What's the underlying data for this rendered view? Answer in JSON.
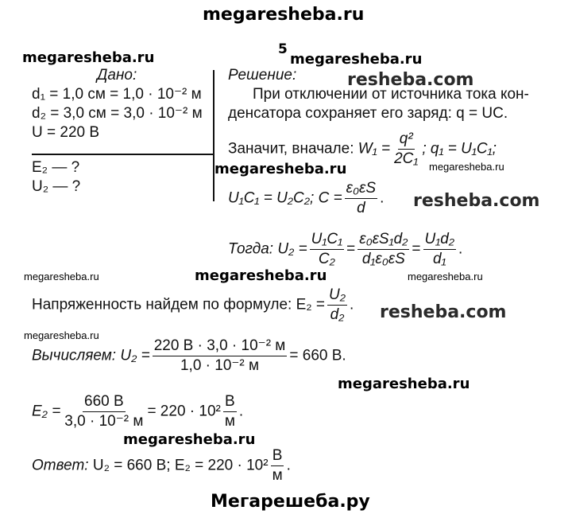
{
  "watermarks": {
    "top": "megaresheba.ru",
    "left_given": "megaresheba.ru",
    "after_number": "megaresheba.ru",
    "mid_bold_1": "megaresheba.ru",
    "small_1": "megaresheba.ru",
    "small_2": "megaresheba.ru",
    "mid_bold_2": "megaresheba.ru",
    "small_3": "megaresheba.ru",
    "small_4": "megaresheba.ru",
    "bottom_right_bold": "megaresheba.ru",
    "bottom_bold": "megaresheba.ru",
    "resheba_1": "resheba.com",
    "resheba_2": "resheba.com",
    "resheba_3": "resheba.com",
    "footer": "Мегарешеба.ру"
  },
  "problem_number": "5",
  "given": {
    "heading": "Дано:",
    "lines": [
      "d₁ = 1,0 см = 1,0 · 10⁻² м",
      "d₂ = 3,0 см = 3,0 · 10⁻² м",
      "U = 220 В"
    ],
    "find": [
      "E₂ — ?",
      "U₂ — ?"
    ]
  },
  "solution": {
    "heading": "Решение:",
    "para1": "При отключении от источника тока кон-",
    "para2": "денсатора сохраняет его заряд: q = UC.",
    "then_label": "Заначит, вначале:",
    "w1_lhs": "W₁ =",
    "w1_num": "q²",
    "w1_den": "2C₁",
    "q1": "; q₁ = U₁C₁;",
    "eq_u1c1": "U₁C₁ = U₂C₂; C =",
    "c_num": "ε₀εS",
    "c_den": "d",
    "tog_label": "Тогда: U₂ =",
    "f1_num": "U₁C₁",
    "f1_den": "C₂",
    "f2_num": "ε₀εS₁d₂",
    "f2_den": "d₁ε₀εS",
    "f3_num": "U₁d₂",
    "f3_den": "d₁",
    "field_label": "Напряженность найдем по формуле: E₂ =",
    "e_num": "U₂",
    "e_den": "d₂",
    "calc_label": "Вычисляем: U₂ =",
    "calc_num": "220 В · 3,0 · 10⁻² м",
    "calc_den": "1,0 · 10⁻² м",
    "calc_result": "= 660 В.",
    "e2_lhs": "E₂ =",
    "e2_num": "660 В",
    "e2_den": "3,0 · 10⁻² м",
    "e2_result": "= 220 · 10²",
    "unit_num": "В",
    "unit_den": "м",
    "answer_label": "Ответ:",
    "answer_text": "U₂ = 660 В; E₂ = 220 · 10²"
  }
}
